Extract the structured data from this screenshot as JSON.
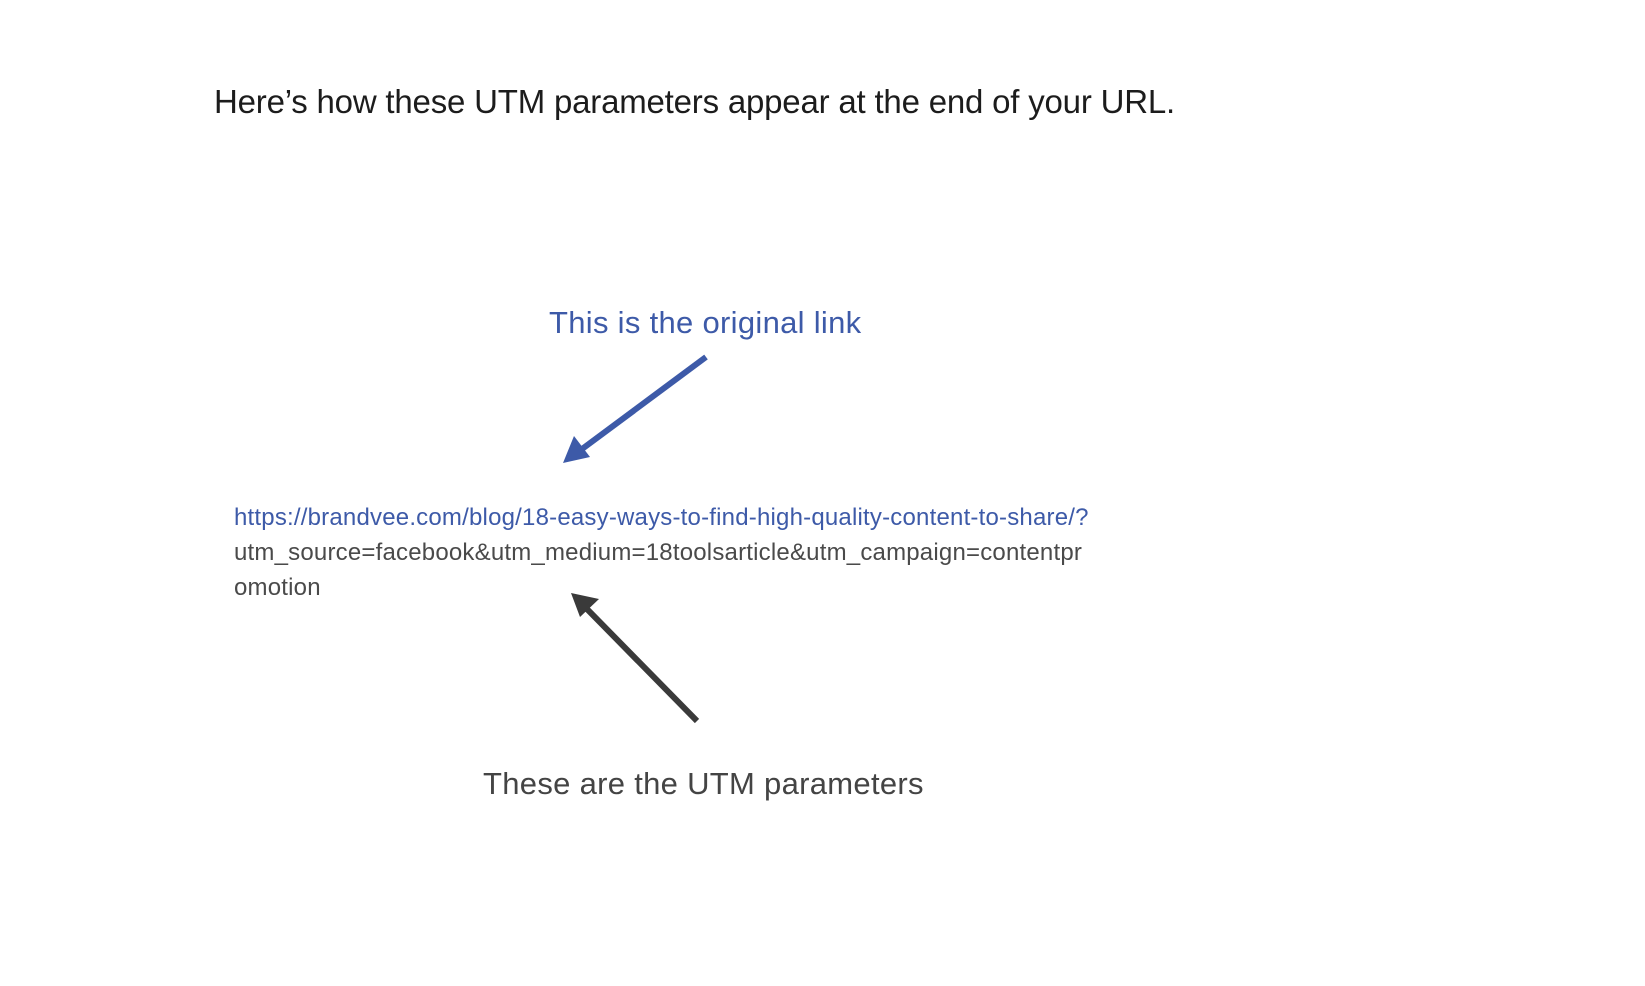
{
  "intro_text": "Here’s how these UTM parameters appear at the end of your URL.",
  "figure": {
    "original_label": "This is the original link",
    "utm_label": "These are the UTM parameters",
    "url_base": "https://brandvee.com/blog/18-easy-ways-to-find-high-quality-content-to-share/?",
    "url_params_line1": "utm_source=facebook&utm_medium=18toolsarticle&utm_campaign=contentpr",
    "url_params_line2": "omotion"
  },
  "colors": {
    "link_blue": "#3d5aa8",
    "param_gray": "#4a4a4a",
    "arrow_dark": "#3a3a3a",
    "text_dark": "#1c1c1c"
  },
  "icons": {
    "top_arrow": "arrow-down-left-icon",
    "bottom_arrow": "arrow-up-left-icon"
  }
}
